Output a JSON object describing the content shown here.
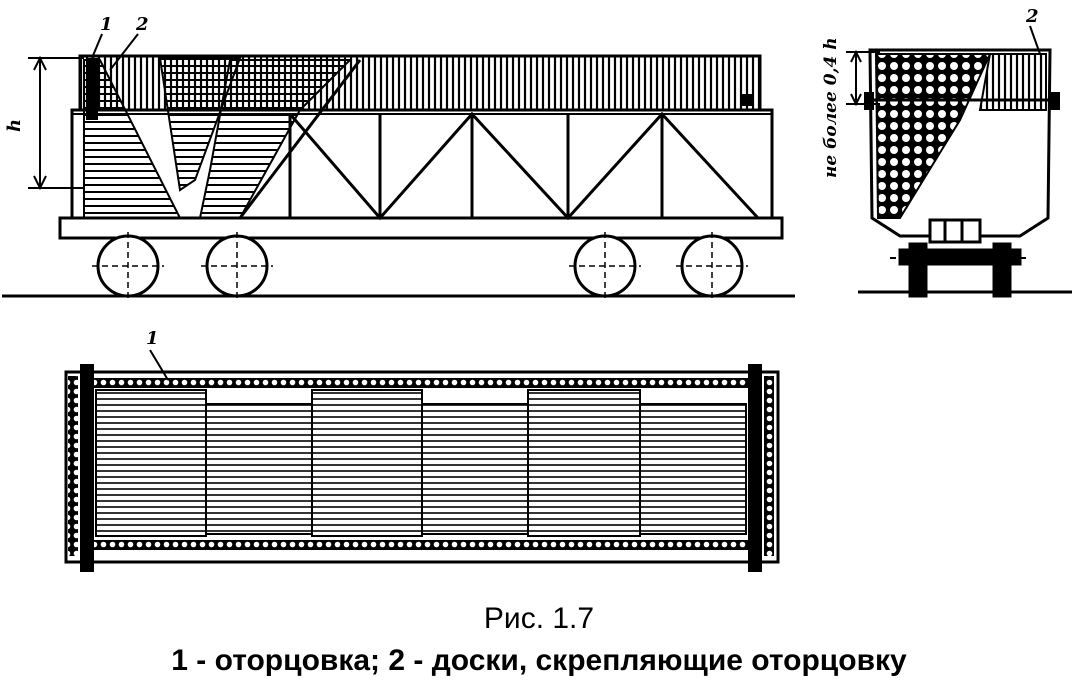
{
  "figure": {
    "side_view": {
      "callout_1": "1",
      "callout_2": "2",
      "dimension_label": "h"
    },
    "end_view": {
      "callout_2": "2",
      "dimension_label": "не более 0,4 h"
    },
    "top_view": {
      "callout_1": "1"
    }
  },
  "caption": {
    "title": "Рис. 1.7",
    "legend": "1 - оторцовка; 2 - доски, скрепляющие оторцовку"
  },
  "colors": {
    "ink": "#000000",
    "paper": "#ffffff"
  }
}
